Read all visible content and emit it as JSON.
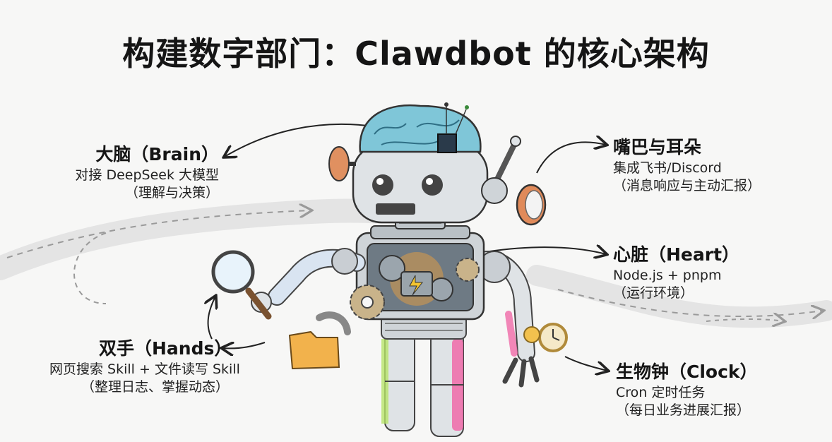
{
  "title": "构建数字部门：Clawdbot 的核心架构",
  "brain": {
    "heading": "大脑（Brain）",
    "line1": "对接 DeepSeek 大模型",
    "line2": "（理解与决策）"
  },
  "mouth_ears": {
    "heading": "嘴巴与耳朵",
    "line1": "集成飞书/Discord",
    "line2": "（消息响应与主动汇报）"
  },
  "heart": {
    "heading": "心脏（Heart）",
    "line1": "Node.js + pnpm",
    "line2": "（运行环境）"
  },
  "hands": {
    "heading": "双手（Hands）",
    "line1": "网页搜索 Skill + 文件读写 Skill",
    "line2": "（整理日志、掌握动态）"
  },
  "clock": {
    "heading": "生物钟（Clock）",
    "line1": "Cron 定时任务",
    "line2": "（每日业务进展汇报）"
  },
  "colors": {
    "brain": "#7fc6d8",
    "heart_glow": "#f4a23a",
    "arm_blue": "#8fb6e0",
    "leg_green": "#b6e36a",
    "leg_pink": "#f06aa8",
    "folder": "#f2b24c",
    "speaker": "#e08a5a",
    "metal": "#c9ced3"
  }
}
